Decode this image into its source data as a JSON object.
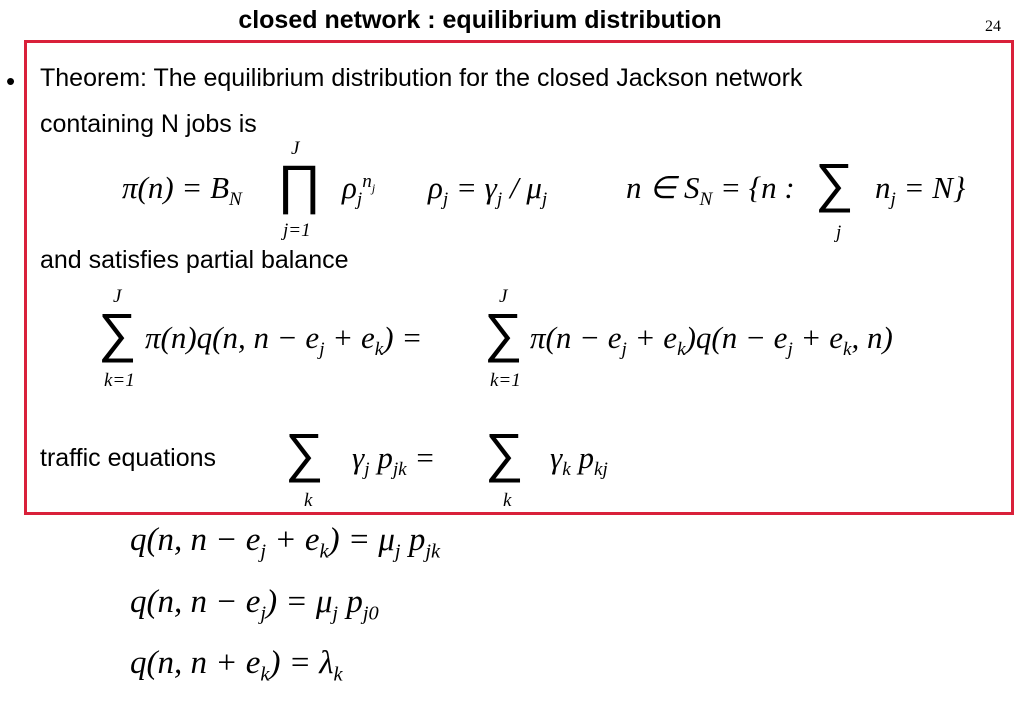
{
  "slide": {
    "title": "closed network : equilibrium distribution",
    "page_number": "24",
    "bullet": "•",
    "theorem_line1": "Theorem: The equilibrium distribution for the closed Jackson network",
    "theorem_line2": "containing N jobs is",
    "partial_balance_label": "and satisfies partial balance",
    "traffic_label": "traffic equations",
    "frame_color": "#d9203a"
  },
  "formulas": {
    "pi_lhs": "π(n) = B",
    "pi_lhs_sub": "N",
    "prod_upper": "J",
    "prod_lower": "j=1",
    "rho": "ρ",
    "rho_sub": "j",
    "rho_sup": "n",
    "rho_sup_sub": "j",
    "rho_def": "ρ",
    "rho_def_sub": "j",
    "rho_def_mid": " = γ",
    "rho_def_mid_sub": "j",
    "rho_def_div": " / μ",
    "rho_def_div_sub": "j",
    "set_def": "n ∈ S",
    "set_def_sub": "N",
    "set_def_mid": " = {n :",
    "set_sum_lower": "j",
    "set_tail": "n",
    "set_tail_sub": "j",
    "set_tail_end": " = N}",
    "balance_upper": "J",
    "balance_lower": "k=1",
    "balance_lhs": "π(n)q(n, n − e",
    "balance_lhs_sub1": "j",
    "balance_lhs_mid": " + e",
    "balance_lhs_sub2": "k",
    "balance_lhs_end": ") =",
    "balance_rhs": "π(n − e",
    "balance_rhs_sub1": "j",
    "balance_rhs_mid1": " + e",
    "balance_rhs_sub2": "k",
    "balance_rhs_mid2": ")q(n − e",
    "balance_rhs_sub3": "j",
    "balance_rhs_mid3": " + e",
    "balance_rhs_sub4": "k",
    "balance_rhs_end": ", n)",
    "traffic_lower": "k",
    "traffic_lhs": "γ",
    "traffic_lhs_sub1": "j",
    "traffic_lhs_p": " p",
    "traffic_lhs_sub2": "jk",
    "traffic_eq": " =",
    "traffic_rhs": "γ",
    "traffic_rhs_sub1": "k",
    "traffic_rhs_p": " p",
    "traffic_rhs_sub2": "kj",
    "q1": "q(n, n − e",
    "q1_sub1": "j",
    "q1_mid": " + e",
    "q1_sub2": "k",
    "q1_end": ") = μ",
    "q1_sub3": "j",
    "q1_p": " p",
    "q1_sub4": "jk",
    "q2": "q(n, n − e",
    "q2_sub1": "j",
    "q2_end": ") = μ",
    "q2_sub2": "j",
    "q2_p": " p",
    "q2_sub3": "j0",
    "q3": "q(n, n + e",
    "q3_sub1": "k",
    "q3_end": ") = λ",
    "q3_sub2": "k"
  }
}
